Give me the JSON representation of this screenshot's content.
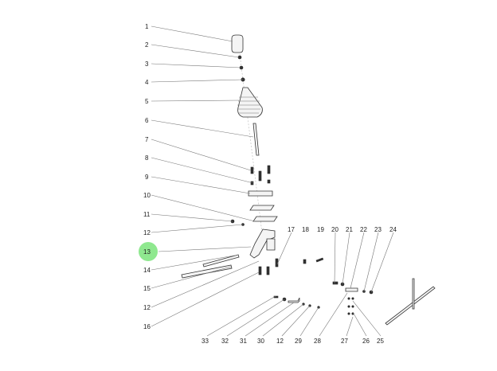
{
  "diagram": {
    "highlight_color": "#8fe88f",
    "highlighted_callout": "13",
    "left_callouts": [
      "1",
      "2",
      "3",
      "4",
      "5",
      "6",
      "7",
      "8",
      "9",
      "10",
      "11",
      "12",
      "13",
      "14",
      "15",
      "12",
      "16"
    ],
    "top_callouts": [
      "17",
      "18",
      "19",
      "20",
      "21",
      "22",
      "23",
      "24"
    ],
    "bottom_callouts": [
      "33",
      "32",
      "31",
      "30",
      "12",
      "29",
      "28",
      "27",
      "26",
      "25"
    ]
  }
}
